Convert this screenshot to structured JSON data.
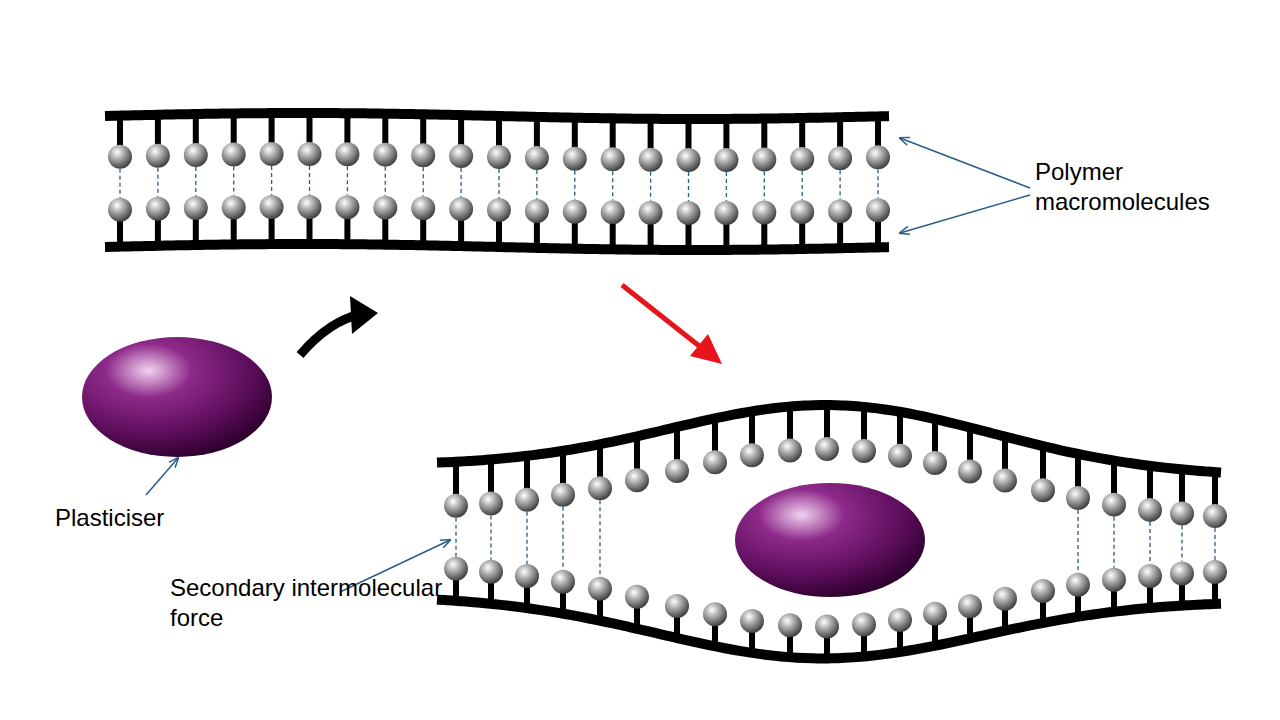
{
  "diagram": {
    "labels": [
      "Polymer macromolecules",
      "Plasticiser",
      "Secondary intermolecular force"
    ]
  }
}
